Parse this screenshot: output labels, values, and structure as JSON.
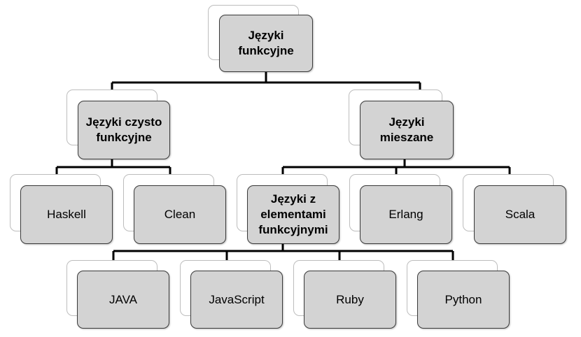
{
  "colors": {
    "box_fill": "#d3d3d3",
    "box_border": "#3a3a3a",
    "connector": "#000000"
  },
  "nodes": {
    "root": "Języki\nfunkcyjne",
    "pure": "Języki czysto\nfunkcyjne",
    "mixed": "Języki\nmieszane",
    "haskell": "Haskell",
    "clean": "Clean",
    "func_elements": "Języki z\nelementami\nfunkcyjnymi",
    "erlang": "Erlang",
    "scala": "Scala",
    "java": "JAVA",
    "javascript": "JavaScript",
    "ruby": "Ruby",
    "python": "Python"
  }
}
